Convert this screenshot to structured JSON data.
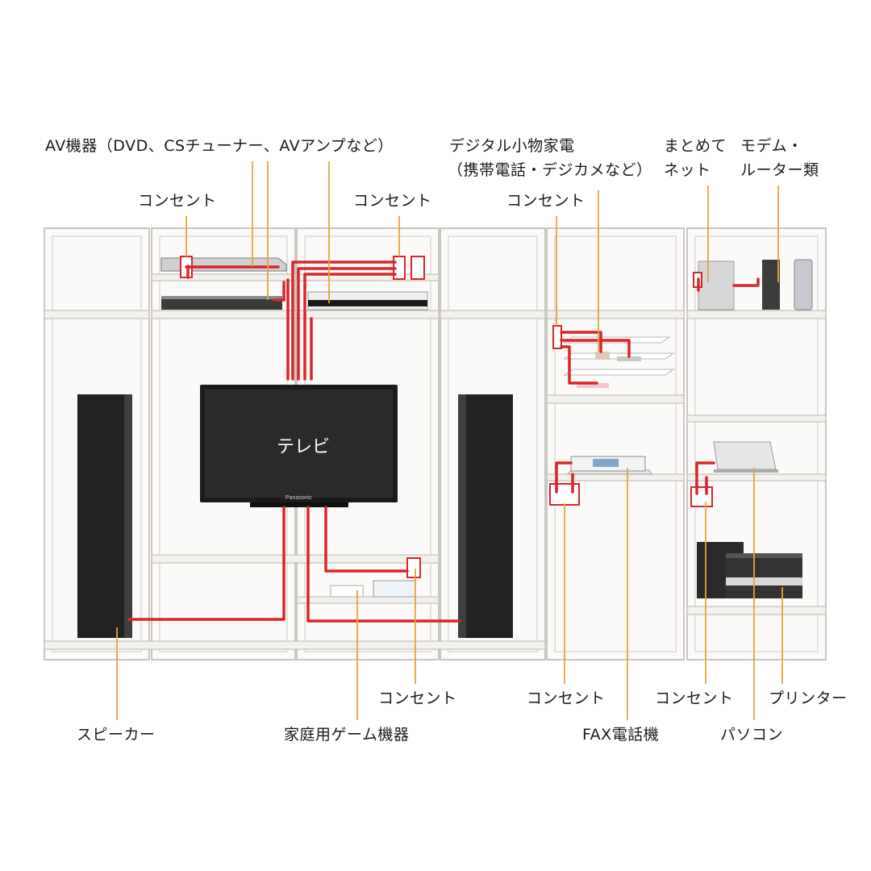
{
  "labels": {
    "av_devices": "AV機器（DVD、CSチューナー、AVアンプなど）",
    "digital_small_1": "デジタル小物家電",
    "digital_small_2": "（携帯電話・デジカメなど）",
    "net_1": "まとめて",
    "net_2": "ネット",
    "modem_1": "モデム・",
    "modem_2": "ルーター類",
    "outlet": "コンセント",
    "tv": "テレビ",
    "tv_brand": "Panasonic",
    "speaker": "スピーカー",
    "game": "家庭用ゲーム機器",
    "fax": "FAX電話機",
    "printer": "プリンター",
    "pc": "パソコン"
  },
  "colors": {
    "cable": "#d8262a",
    "leader": "#e8a33c",
    "furniture_line": "#b9b5b0",
    "furniture_fill": "#fbfaf8",
    "device_dark": "#1e1e1e"
  }
}
